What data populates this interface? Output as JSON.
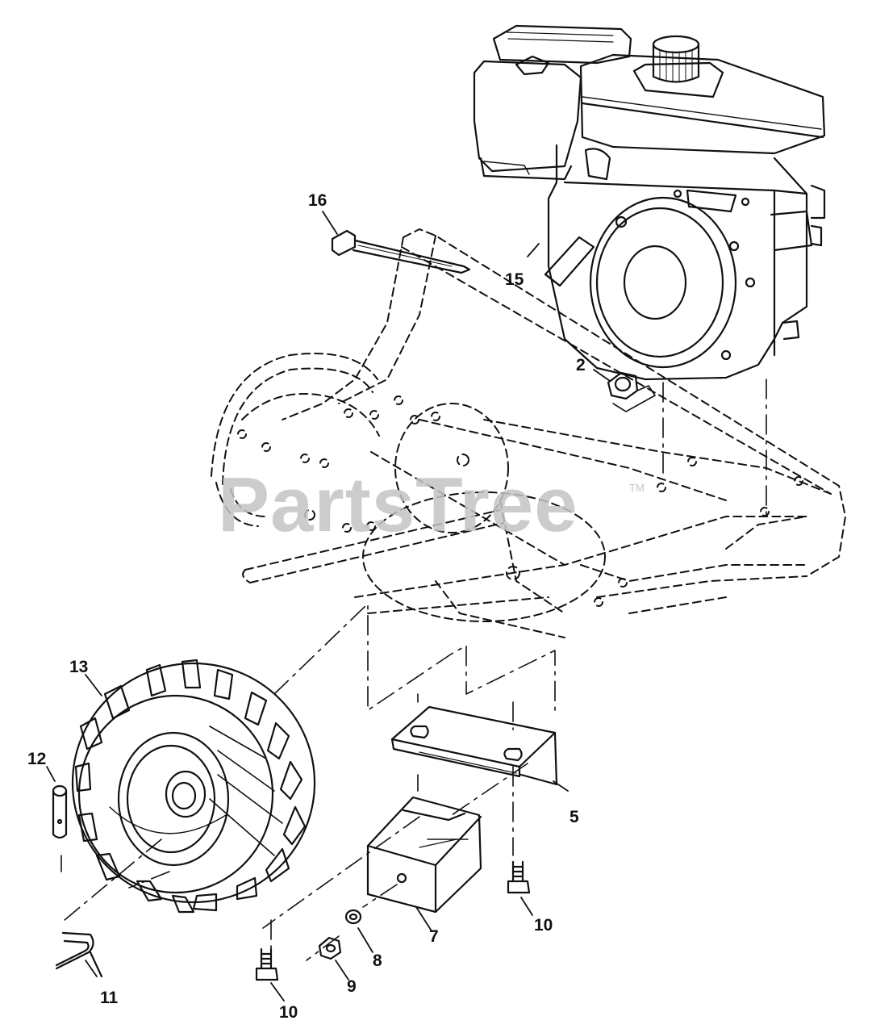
{
  "colors": {
    "line": "#111111",
    "watermark": "#c4c4c4",
    "background": "#ffffff"
  },
  "watermark": {
    "text": "PartsTree",
    "tm": "TM"
  },
  "callouts": {
    "engine": "15",
    "cable_tie": "16",
    "hex_nut": "2",
    "wheel": "13",
    "clevis_pin": "12",
    "hairpin_clip": "11",
    "mounting_bracket": "5",
    "weight": "7",
    "washer": "8",
    "nut": "9",
    "bolt_left": "10",
    "bolt_right": "10"
  }
}
